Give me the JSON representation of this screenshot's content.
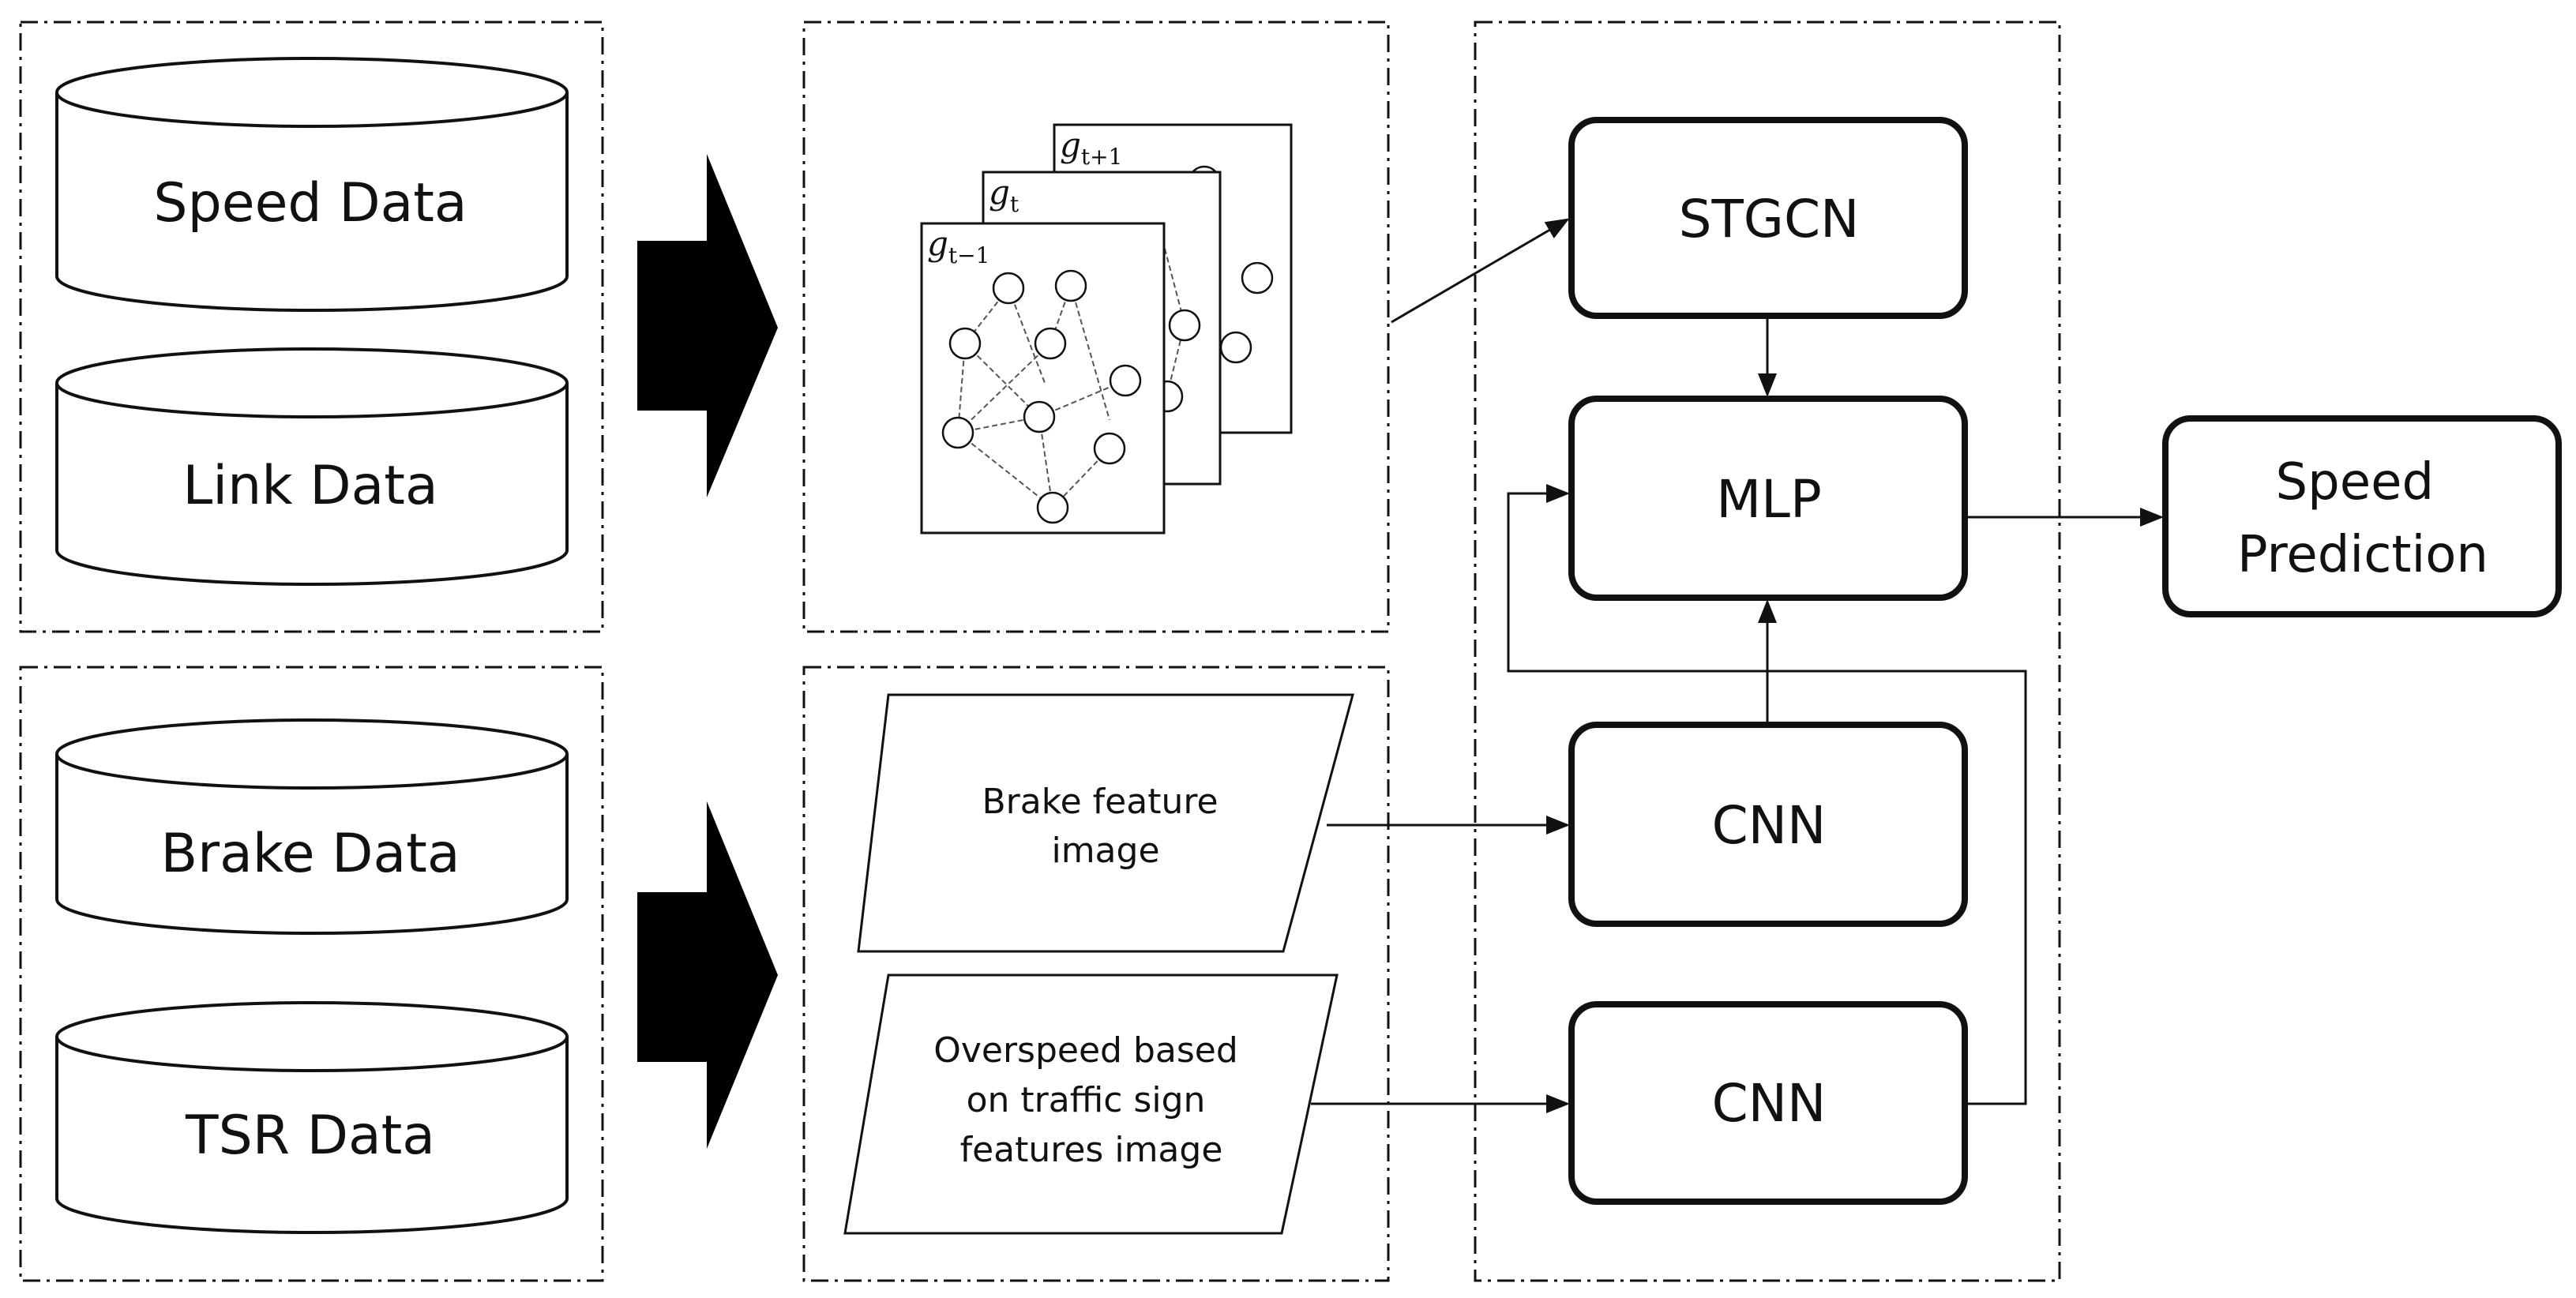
{
  "sources": {
    "speed": "Speed Data",
    "link": "Link Data",
    "brake": "Brake Data",
    "tsr": "TSR Data"
  },
  "graphs": {
    "g_prev": {
      "base": "g",
      "sub": "t−1"
    },
    "g_curr": {
      "base": "g",
      "sub": "t"
    },
    "g_next": {
      "base": "g",
      "sub": "t+1"
    }
  },
  "images": {
    "brake": [
      "Brake feature",
      "image"
    ],
    "overspeed": [
      "Overspeed based",
      "on traffic sign",
      "features  image"
    ]
  },
  "models": {
    "stgcn": "STGCN",
    "mlp": "MLP",
    "cnn_top": "CNN",
    "cnn_bottom": "CNN"
  },
  "output": [
    "Speed",
    "Prediction"
  ],
  "colors": {
    "stroke": "#111111",
    "background": "#ffffff"
  }
}
